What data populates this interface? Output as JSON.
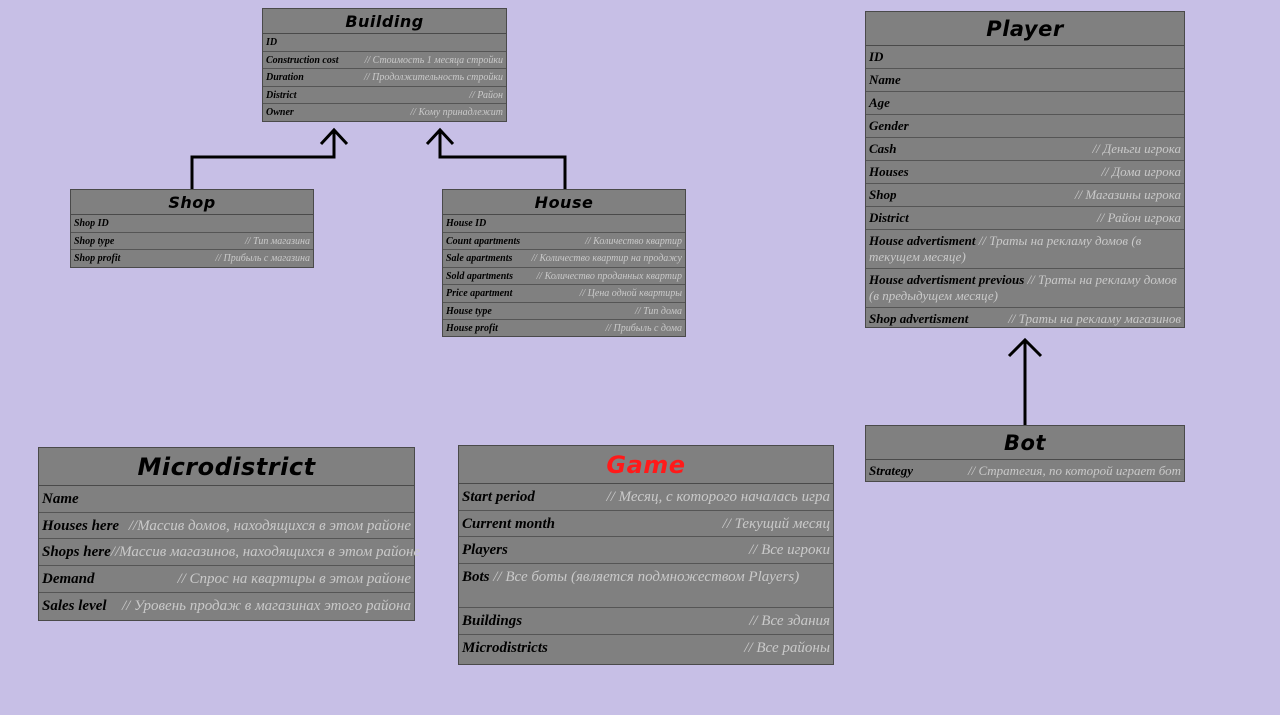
{
  "building": {
    "title": "Building",
    "rows": [
      {
        "name": "ID",
        "comment": ""
      },
      {
        "name": "Construction cost",
        "comment": "// Стоимость 1 месяца стройки"
      },
      {
        "name": "Duration",
        "comment": "// Продолжительность стройки"
      },
      {
        "name": "District",
        "comment": "// Район"
      },
      {
        "name": "Owner",
        "comment": "// Кому принадлежит"
      }
    ]
  },
  "shop": {
    "title": "Shop",
    "rows": [
      {
        "name": "Shop ID",
        "comment": ""
      },
      {
        "name": "Shop type",
        "comment": "// Тип магазина"
      },
      {
        "name": "Shop profit",
        "comment": "// Прибыль с магазина"
      }
    ]
  },
  "house": {
    "title": "House",
    "rows": [
      {
        "name": "House ID",
        "comment": ""
      },
      {
        "name": "Count apartments",
        "comment": "// Количество квартир"
      },
      {
        "name": "Sale apartments",
        "comment": "// Количество квартир на продажу"
      },
      {
        "name": "Sold apartments",
        "comment": "// Количество проданных квартир"
      },
      {
        "name": "Price apartment",
        "comment": "// Цена одной квартиры"
      },
      {
        "name": "House type",
        "comment": "// Тип дома"
      },
      {
        "name": "House profit",
        "comment": "// Прибыль с дома"
      }
    ]
  },
  "player": {
    "title": "Player",
    "rows": [
      {
        "name": "ID",
        "comment": ""
      },
      {
        "name": "Name",
        "comment": ""
      },
      {
        "name": "Age",
        "comment": ""
      },
      {
        "name": "Gender",
        "comment": ""
      },
      {
        "name": "Cash",
        "comment": "// Деньги игрока"
      },
      {
        "name": "Houses",
        "comment": "// Дома игрока"
      },
      {
        "name": "Shop",
        "comment": "// Магазины игрока"
      },
      {
        "name": "District",
        "comment": "// Район игрока"
      },
      {
        "name": "House advertisment",
        "comment": "// Траты на рекламу домов (в текущем месяце)"
      },
      {
        "name": "House advertisment previous",
        "comment": "// Траты на рекламу домов (в предыдущем месяце)"
      },
      {
        "name": "Shop advertisment",
        "comment": "// Траты на рекламу магазинов"
      }
    ]
  },
  "bot": {
    "title": "Bot",
    "rows": [
      {
        "name": "Strategy",
        "comment": "// Стратегия, по которой играет бот"
      }
    ]
  },
  "microdistrict": {
    "title": "Microdistrict",
    "rows": [
      {
        "name": "Name",
        "comment": ""
      },
      {
        "name": "Houses here",
        "comment": "//Массив домов, находящихся в этом районе"
      },
      {
        "name": "Shops here",
        "comment": "//Массив магазинов, находящихся в этом районе"
      },
      {
        "name": "Demand",
        "comment": "// Спрос на квартиры в этом районе"
      },
      {
        "name": "Sales level",
        "comment": "// Уровень продаж в магазинах этого района"
      }
    ]
  },
  "game": {
    "title": "Game",
    "title_color": "#ff1a1a",
    "rows": [
      {
        "name": "Start period",
        "comment": "// Месяц, с которого началась игра"
      },
      {
        "name": "Current month",
        "comment": "// Текущий месяц"
      },
      {
        "name": "Players",
        "comment": "// Все игроки"
      },
      {
        "name": "Bots",
        "comment": "// Все боты (является подмножеством Players)"
      },
      {
        "name": "Buildings",
        "comment": "// Все здания"
      },
      {
        "name": "Microdistricts",
        "comment": "// Все районы"
      }
    ]
  },
  "colors": {
    "background": "#c7bfe6",
    "box_fill": "#808080",
    "field_name": "#000000",
    "comment": "#c9c9c9",
    "arrow": "#000000"
  }
}
